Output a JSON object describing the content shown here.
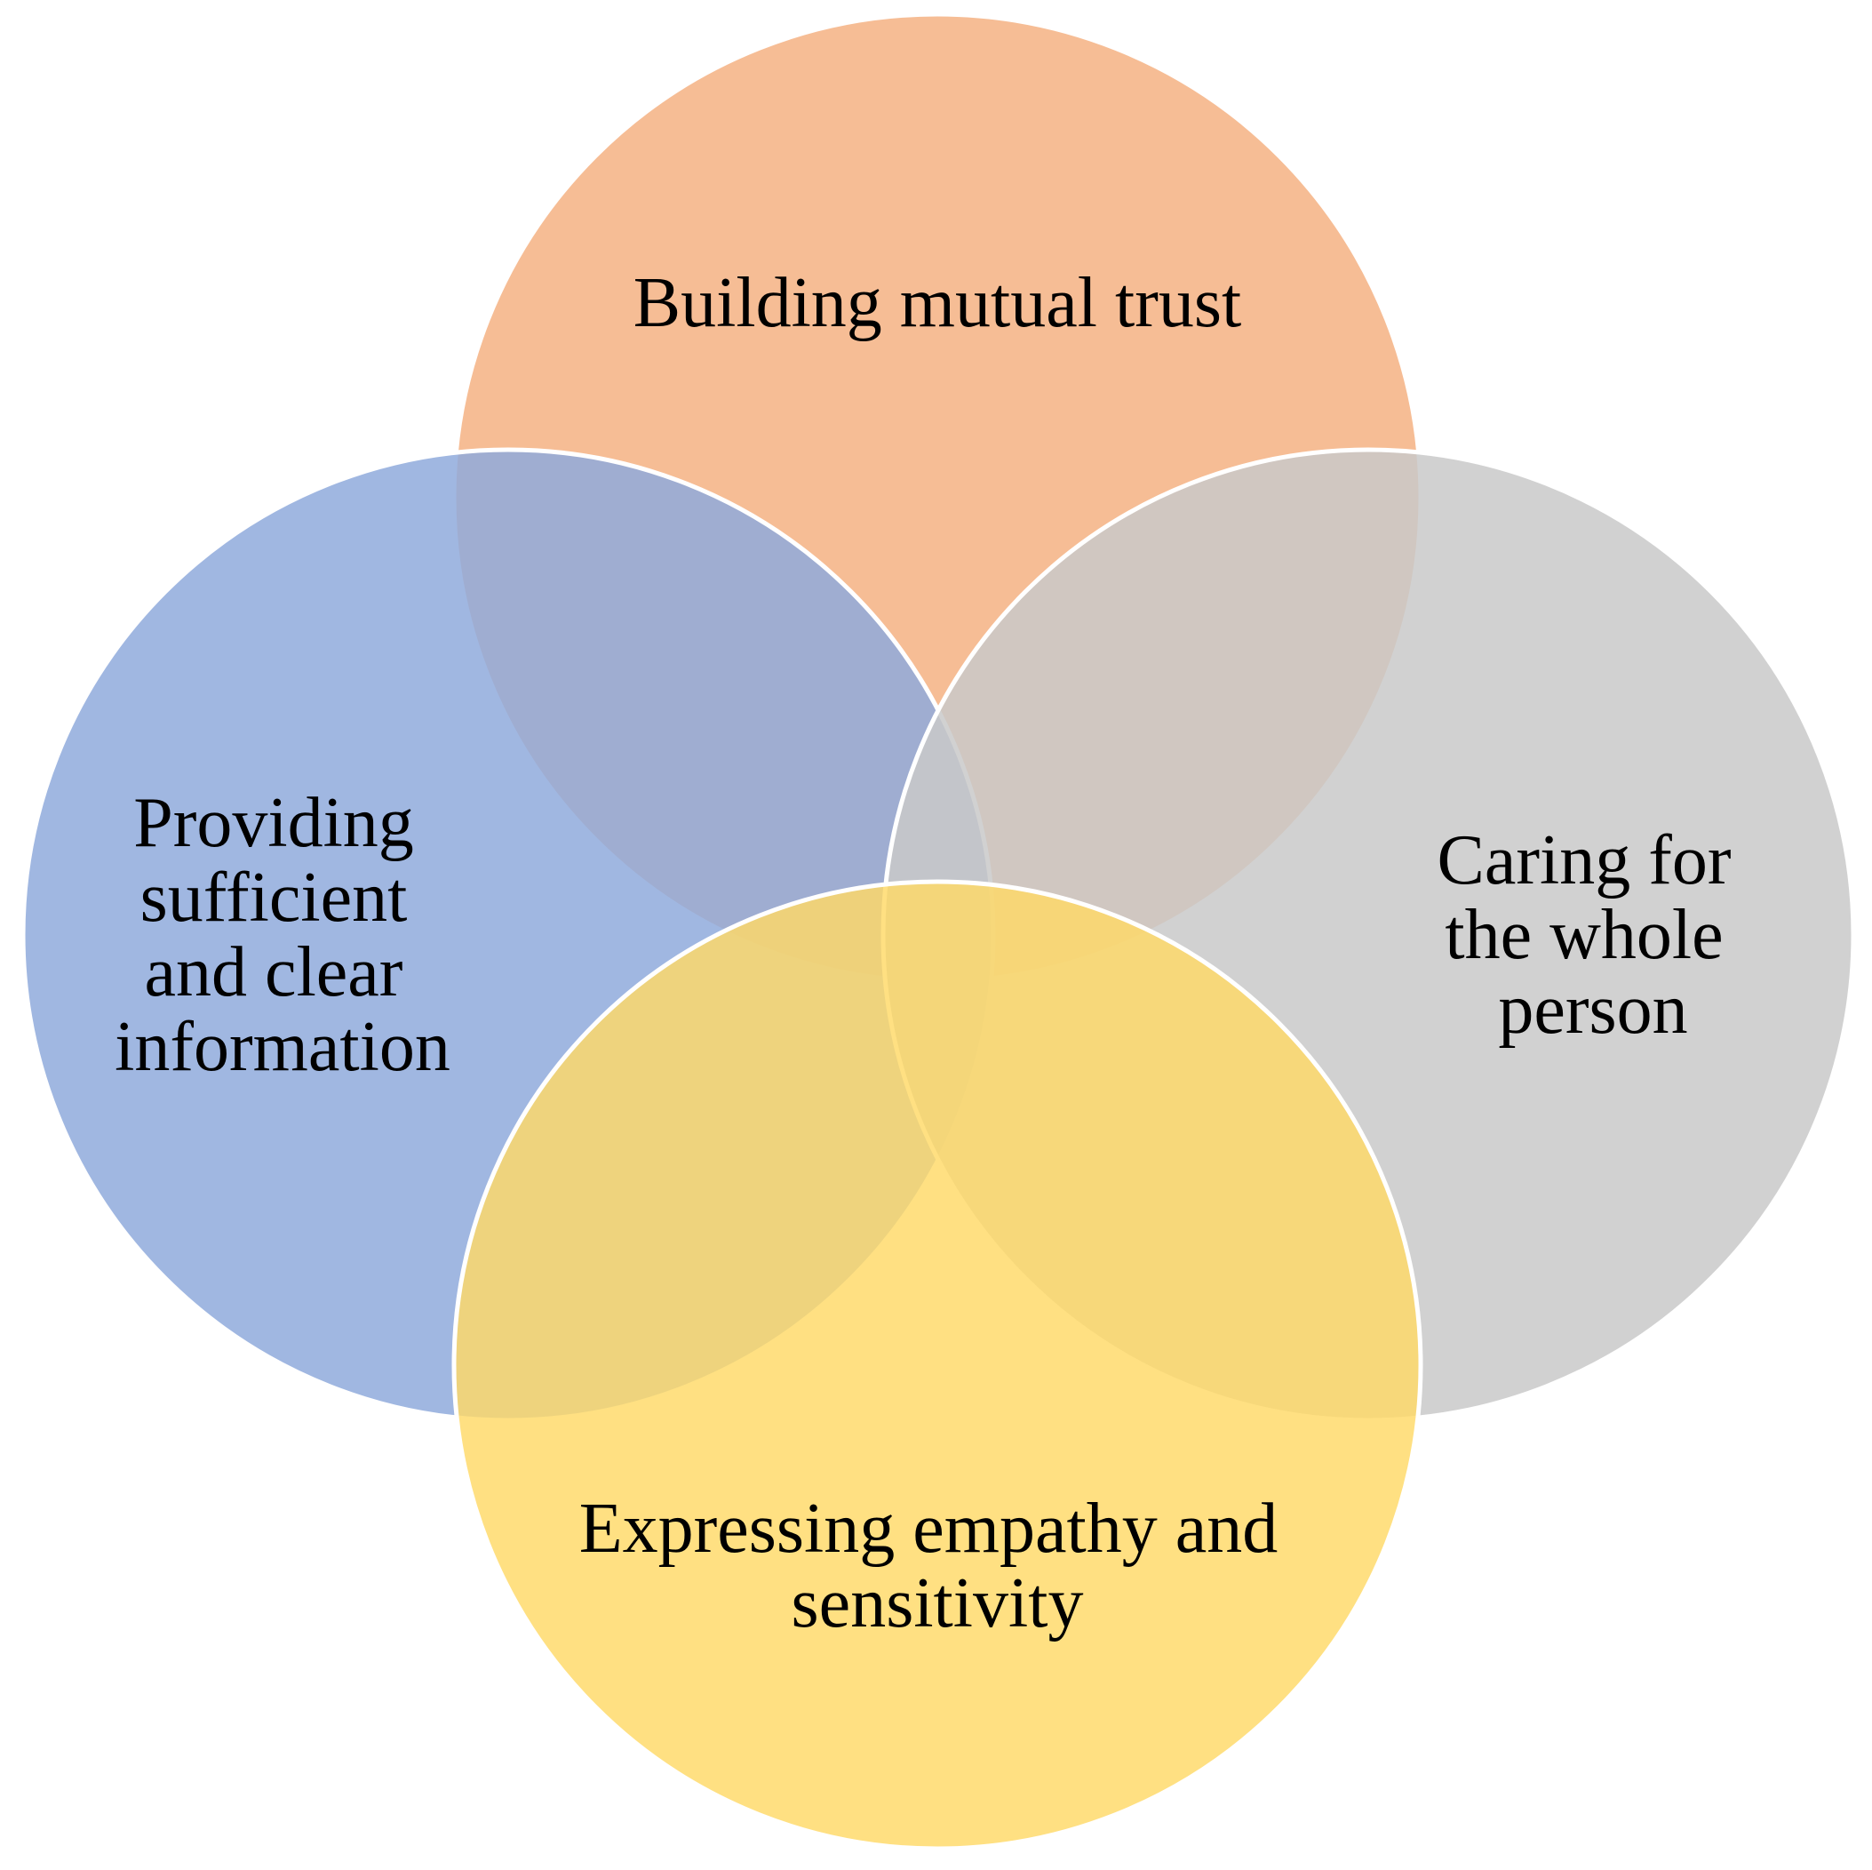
{
  "diagram": {
    "circles": [
      {
        "id": "top",
        "lines": [
          "Building mutual trust"
        ],
        "color": "#F4B183",
        "opacity": 0.85
      },
      {
        "id": "left",
        "lines": [
          "Providing",
          "sufficient",
          "and clear",
          "information"
        ],
        "color": "#8FAADC",
        "opacity": 0.85
      },
      {
        "id": "right",
        "lines": [
          "Caring for",
          "the whole",
          "person"
        ],
        "color": "#C9C9C9",
        "opacity": 0.85
      },
      {
        "id": "bottom",
        "lines": [
          "Expressing empathy and",
          "sensitivity"
        ],
        "color": "#FFD966",
        "opacity": 0.82
      }
    ]
  }
}
